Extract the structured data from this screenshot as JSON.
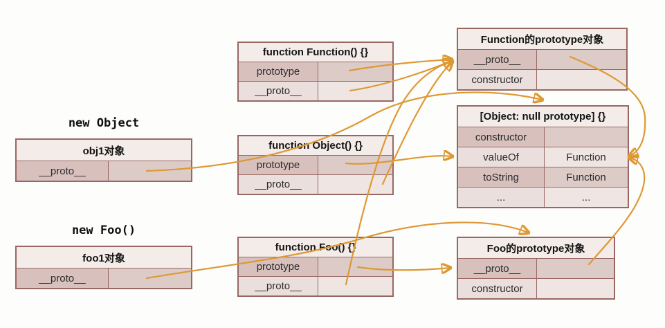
{
  "colors": {
    "arrow": "#dd9933",
    "table_border": "#996763",
    "row_dark_bg": "#d8c0bd",
    "row_light_bg": "#eadfdc",
    "header_bg": "#f3ece9",
    "canvas_bg": "#fdfdfc"
  },
  "labels": {
    "new_object": "new Object",
    "new_foo": "new Foo()"
  },
  "tables": {
    "obj1": {
      "title": "obj1对象",
      "rows": [
        {
          "label": "__proto__",
          "value": ""
        }
      ]
    },
    "foo1": {
      "title": "foo1对象",
      "rows": [
        {
          "label": "__proto__",
          "value": ""
        }
      ]
    },
    "fn_function": {
      "title": "function Function() {}",
      "rows": [
        {
          "label": "prototype",
          "value": ""
        },
        {
          "label": "__proto__",
          "value": ""
        }
      ]
    },
    "fn_object": {
      "title": "function Object() {}",
      "rows": [
        {
          "label": "prototype",
          "value": ""
        },
        {
          "label": "__proto__",
          "value": ""
        }
      ]
    },
    "fn_foo": {
      "title": "function Foo() {}",
      "rows": [
        {
          "label": "prototype",
          "value": ""
        },
        {
          "label": "__proto__",
          "value": ""
        }
      ]
    },
    "function_prototype": {
      "title": "Function的prototype对象",
      "rows": [
        {
          "label": "__proto__",
          "value": ""
        },
        {
          "label": "constructor",
          "value": ""
        }
      ]
    },
    "object_null_prototype": {
      "title": "[Object: null prototype] {}",
      "rows": [
        {
          "label": "constructor",
          "value": ""
        },
        {
          "label": "valueOf",
          "value": "Function"
        },
        {
          "label": "toString",
          "value": "Function"
        },
        {
          "label": "...",
          "value": "..."
        }
      ]
    },
    "foo_prototype": {
      "title": "Foo的prototype对象",
      "rows": [
        {
          "label": "__proto__",
          "value": ""
        },
        {
          "label": "constructor",
          "value": ""
        }
      ]
    }
  },
  "arrows": [
    {
      "name": "obj1-proto-to-object-null-prototype",
      "from": "obj1对象.__proto__",
      "to": "[Object: null prototype] {}"
    },
    {
      "name": "function-prototype-to-function-proto-obj",
      "from": "function Function().prototype",
      "to": "Function的prototype对象"
    },
    {
      "name": "function-dunder-proto-to-function-proto-obj",
      "from": "function Function().__proto__",
      "to": "Function的prototype对象"
    },
    {
      "name": "object-dunder-proto-to-function-proto-obj",
      "from": "function Object().__proto__",
      "to": "Function的prototype对象"
    },
    {
      "name": "foo-dunder-proto-to-function-proto-obj",
      "from": "function Foo().__proto__",
      "to": "Function的prototype对象"
    },
    {
      "name": "object-prototype-to-object-null-prototype",
      "from": "function Object().prototype",
      "to": "[Object: null prototype] {}"
    },
    {
      "name": "foo-prototype-to-foo-proto-obj",
      "from": "function Foo().prototype",
      "to": "Foo的prototype对象"
    },
    {
      "name": "foo1-proto-to-foo-proto-obj",
      "from": "foo1对象.__proto__",
      "to": "Foo的prototype对象"
    },
    {
      "name": "function-proto-obj-proto-to-object-null-prototype",
      "from": "Function的prototype对象.__proto__",
      "to": "[Object: null prototype] {}"
    },
    {
      "name": "foo-proto-obj-proto-to-object-null-prototype",
      "from": "Foo的prototype对象.__proto__",
      "to": "[Object: null prototype] {}"
    }
  ]
}
